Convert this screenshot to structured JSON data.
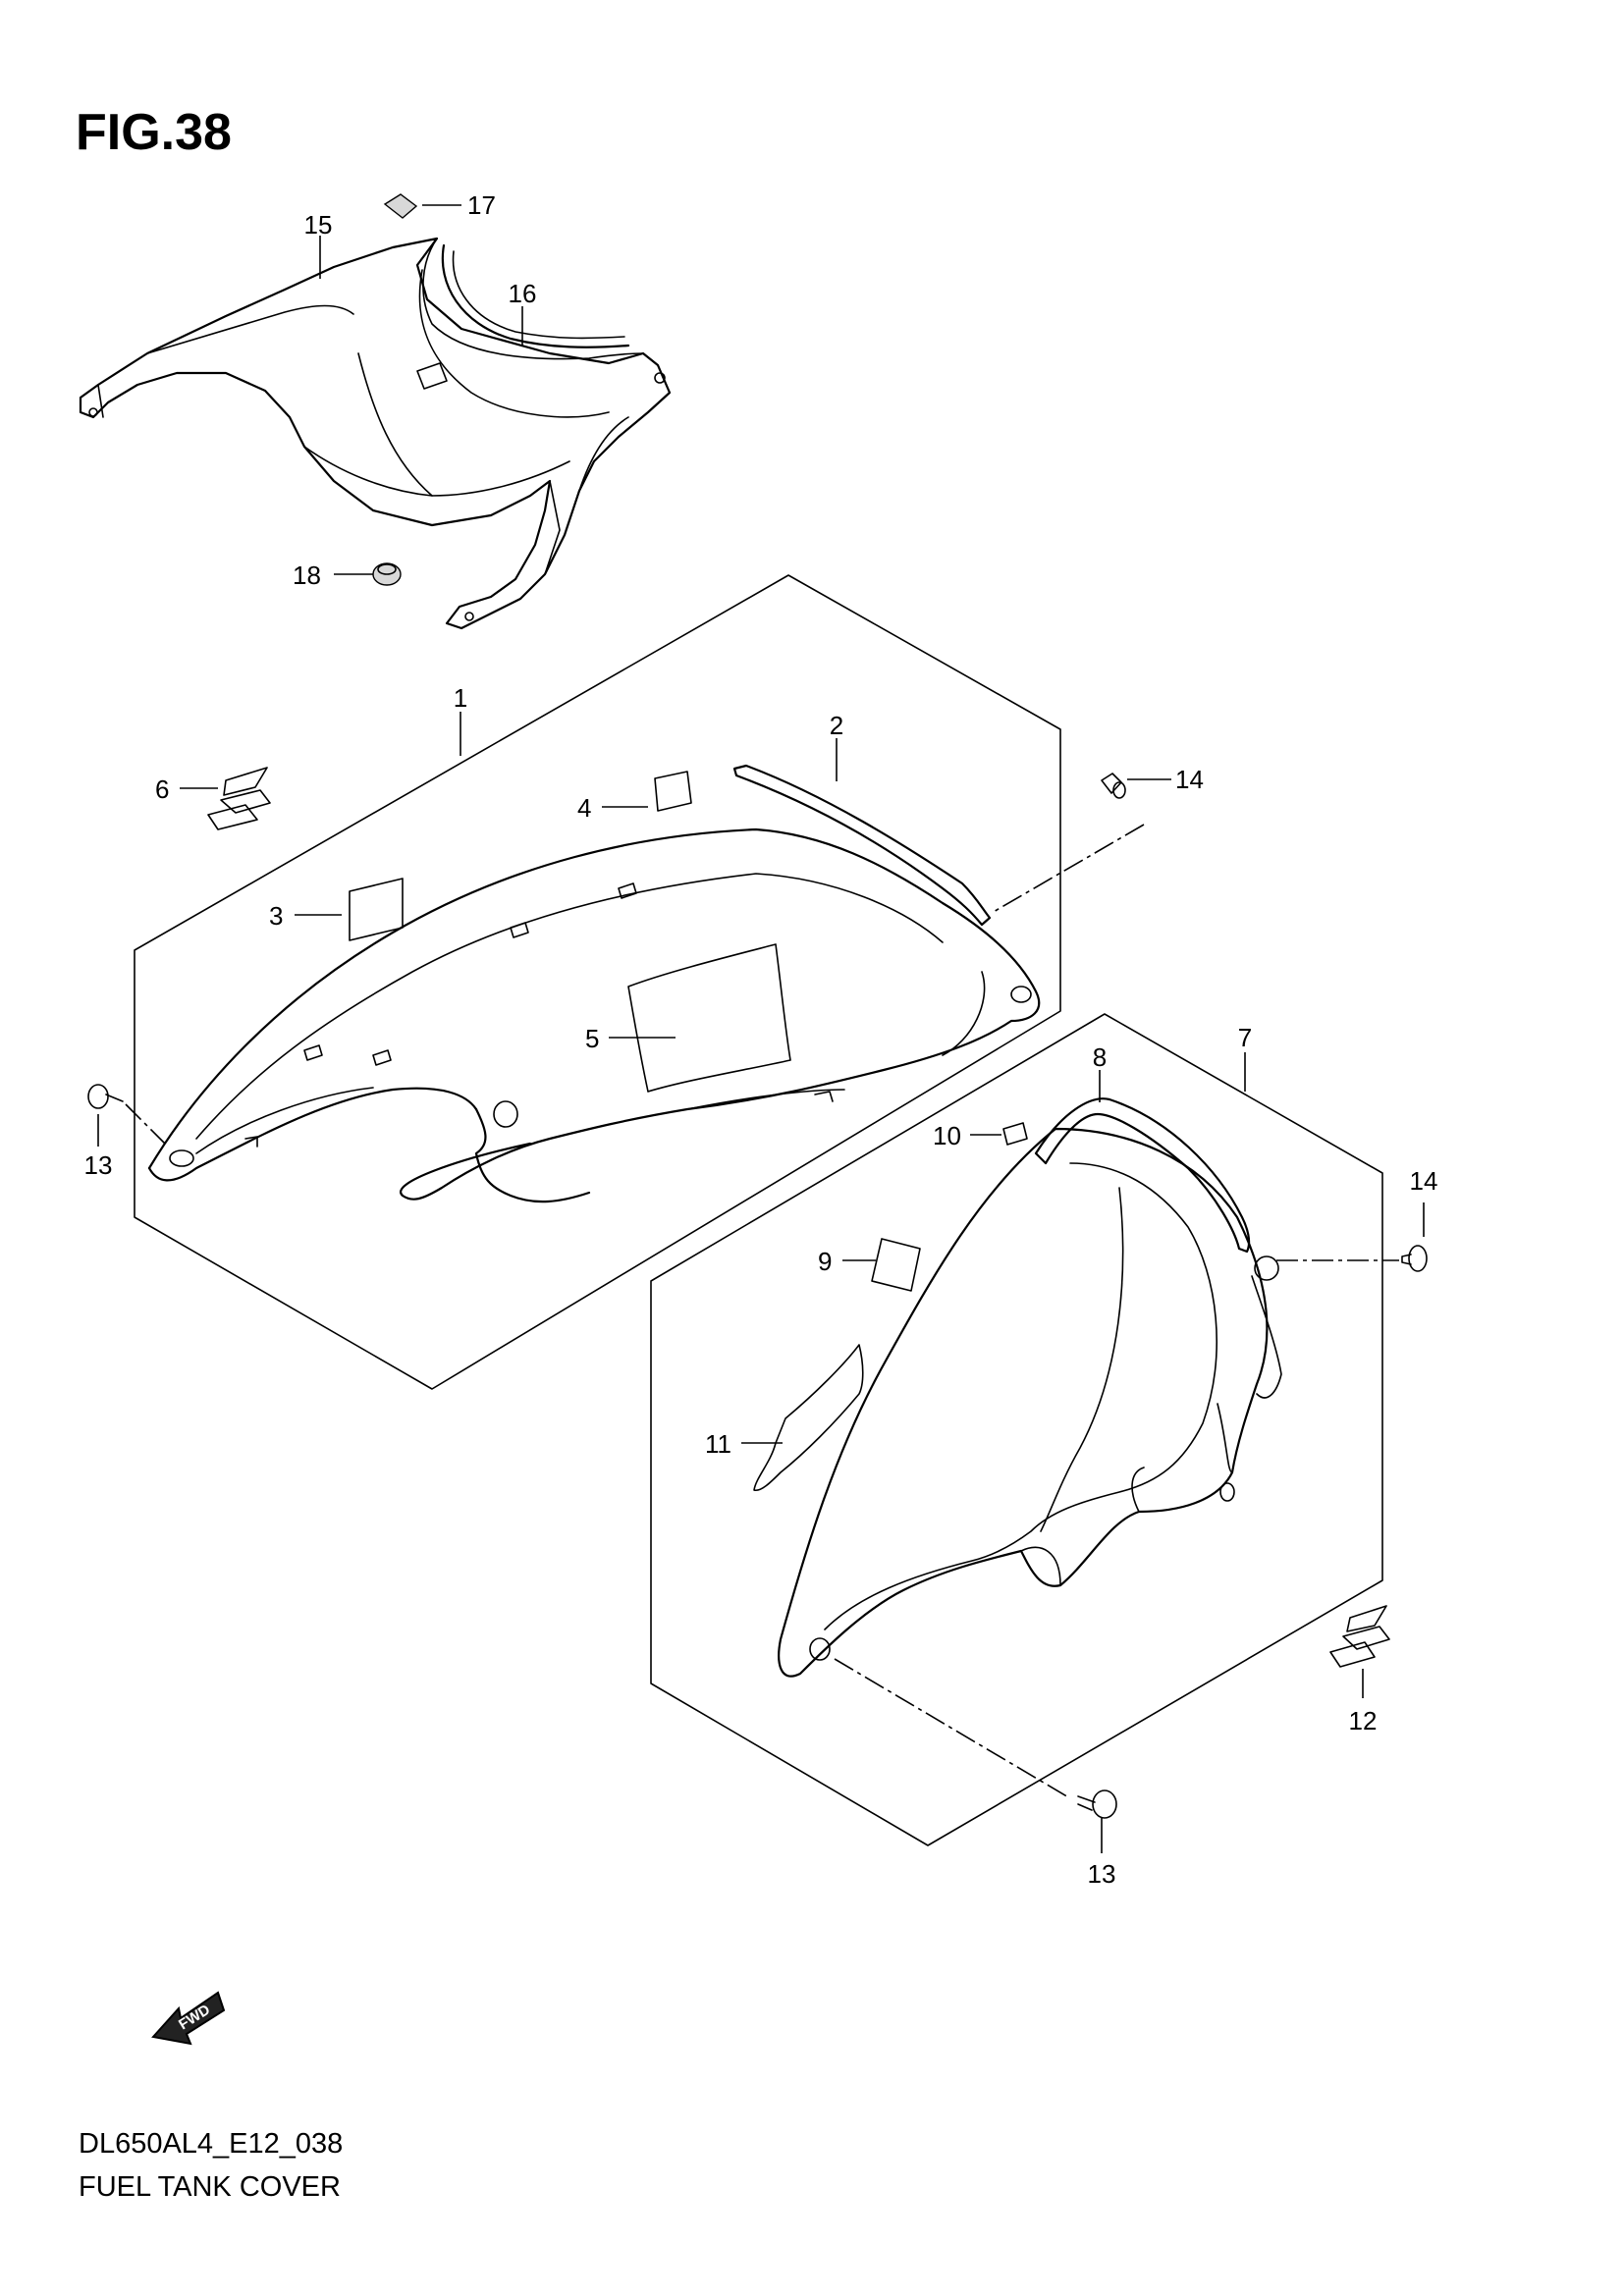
{
  "figure": {
    "title": "FIG.38"
  },
  "callouts": [
    {
      "id": "c15",
      "text": "15"
    },
    {
      "id": "c17",
      "text": "17"
    },
    {
      "id": "c16",
      "text": "16"
    },
    {
      "id": "c18",
      "text": "18"
    },
    {
      "id": "c1",
      "text": "1"
    },
    {
      "id": "c2",
      "text": "2"
    },
    {
      "id": "c6",
      "text": "6"
    },
    {
      "id": "c4",
      "text": "4"
    },
    {
      "id": "c14a",
      "text": "14"
    },
    {
      "id": "c3",
      "text": "3"
    },
    {
      "id": "c5",
      "text": "5"
    },
    {
      "id": "c13a",
      "text": "13"
    },
    {
      "id": "c7",
      "text": "7"
    },
    {
      "id": "c8",
      "text": "8"
    },
    {
      "id": "c10",
      "text": "10"
    },
    {
      "id": "c14b",
      "text": "14"
    },
    {
      "id": "c9",
      "text": "9"
    },
    {
      "id": "c11",
      "text": "11"
    },
    {
      "id": "c12",
      "text": "12"
    },
    {
      "id": "c13b",
      "text": "13"
    }
  ],
  "fwd": {
    "text": "FWD"
  },
  "footer": {
    "model_code": "DL650AL4_E12_038",
    "caption": "FUEL TANK COVER"
  }
}
